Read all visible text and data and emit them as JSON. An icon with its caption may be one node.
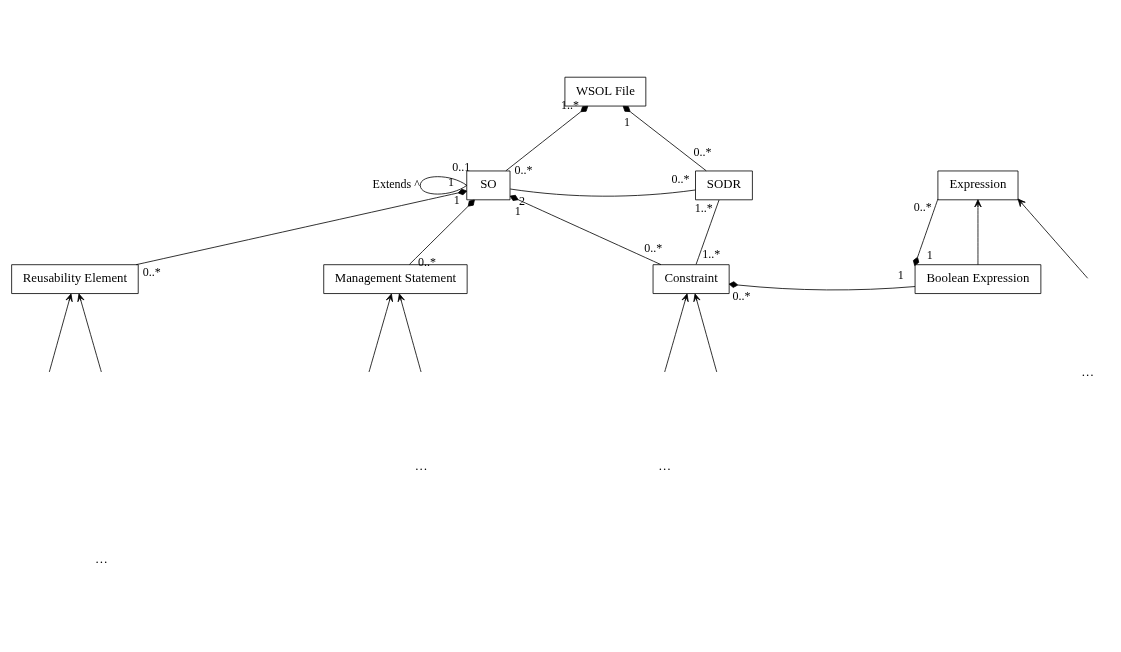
{
  "diagram": {
    "nodes": [
      {
        "text": [
          "WSOL File"
        ]
      },
      {
        "text": [
          "SO"
        ]
      },
      {
        "text": [
          "SODR"
        ]
      },
      {
        "text": [
          "Expression"
        ]
      },
      {
        "text": [
          "Reusability Element"
        ]
      },
      {
        "text": [
          "Management Statement"
        ]
      },
      {
        "text": [
          "Constraint"
        ]
      },
      {
        "text": [
          "Boolean Expression"
        ]
      }
    ],
    "edges": [
      {
        "from": 1,
        "to": 0,
        "arrow": "other"
      },
      {
        "from": 2,
        "to": 0,
        "arrow": "other"
      },
      {
        "from": 1,
        "to": 2,
        "arrow": "none"
      },
      {
        "from": 1,
        "to": 1,
        "arrow": "none",
        "label": "Extends ^"
      },
      {
        "from": 4,
        "to": 1,
        "arrow": "other"
      },
      {
        "from": 5,
        "to": 1,
        "arrow": "other"
      },
      {
        "from": 6,
        "to": 1,
        "arrow": "other"
      },
      {
        "from": 2,
        "to": 6,
        "arrow": "none"
      },
      {
        "from": 7,
        "to": 6,
        "arrow": "other"
      },
      {
        "from": 3,
        "to": 7,
        "arrow": "other"
      },
      {
        "from": 7,
        "to": 3,
        "arrow": "to"
      },
      {
        "from": null,
        "to": 4,
        "arrow": "to"
      },
      {
        "from": null,
        "to": 4,
        "arrow": "to"
      },
      {
        "from": null,
        "to": 5,
        "arrow": "to"
      },
      {
        "from": null,
        "to": 5,
        "arrow": "to"
      },
      {
        "from": null,
        "to": 6,
        "arrow": "to"
      },
      {
        "from": null,
        "to": 6,
        "arrow": "to"
      },
      {
        "from": null,
        "to": 3,
        "arrow": "to"
      }
    ],
    "labels": [
      "1..*",
      "1",
      "0..*",
      "0..*",
      "0..1",
      "1",
      "0..*",
      "1",
      "2",
      "1",
      "1..*",
      "0..*",
      "0..*",
      "1..*",
      "1",
      "0..*",
      "0..*",
      "1",
      "0..*",
      "…",
      "…",
      "…",
      "…"
    ]
  }
}
